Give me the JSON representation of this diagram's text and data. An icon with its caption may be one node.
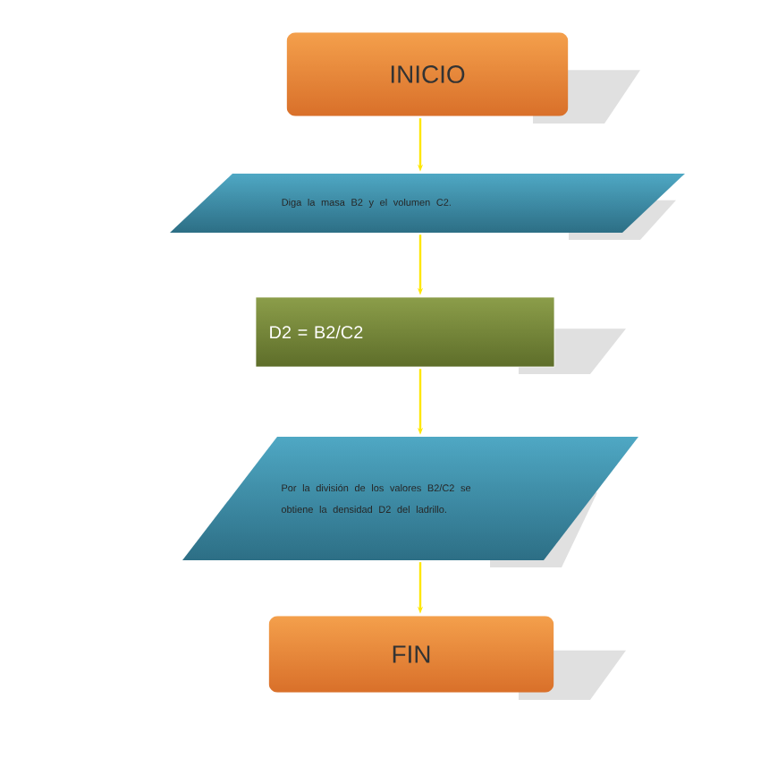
{
  "diagram": {
    "nodes": [
      {
        "text": [
          "INICIO"
        ]
      },
      {
        "text": [
          "Diga la masa B2 y el volumen C2."
        ]
      },
      {
        "text": [
          "D2 = B2/C2"
        ]
      },
      {
        "text": [
          "Por la división de los valores B2/C2 se obtiene la densidad D2 del ladrillo."
        ]
      },
      {
        "text": [
          "FIN"
        ]
      }
    ],
    "edges": [
      {
        "from": 0,
        "to": 1,
        "arrow": "to"
      },
      {
        "from": 1,
        "to": 2,
        "arrow": "to"
      },
      {
        "from": 2,
        "to": 3,
        "arrow": "to"
      },
      {
        "from": 3,
        "to": 4,
        "arrow": "to"
      }
    ]
  }
}
